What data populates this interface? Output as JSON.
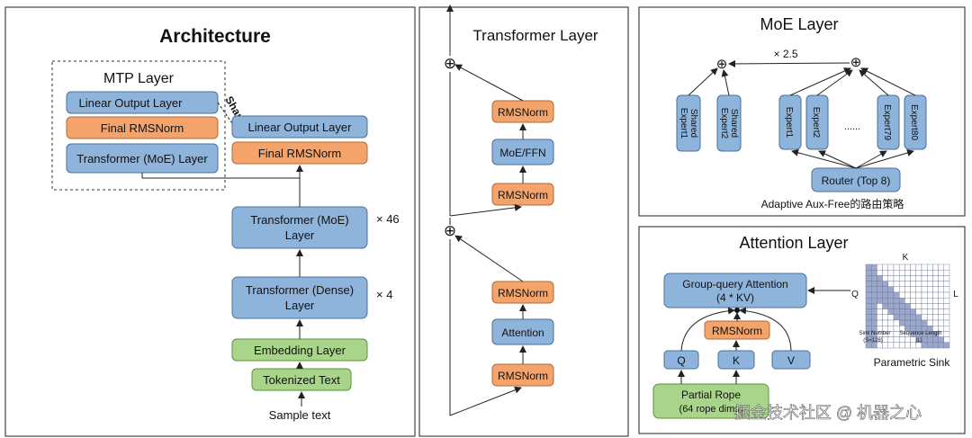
{
  "architecture": {
    "title": "Architecture",
    "mtp_title": "MTP Layer",
    "share_label": "Share",
    "mtp_linear": "Linear Output Layer",
    "mtp_rmsnorm": "Final RMSNorm",
    "mtp_transformer": "Transformer (MoE) Layer",
    "linear": "Linear Output Layer",
    "final_rmsnorm": "Final RMSNorm",
    "moe_layer_l1": "Transformer (MoE)",
    "moe_layer_l2": "Layer",
    "moe_count": "× 46",
    "dense_layer_l1": "Transformer (Dense)",
    "dense_layer_l2": "Layer",
    "dense_count": "× 4",
    "embedding": "Embedding Layer",
    "tokenized": "Tokenized Text",
    "sample": "Sample text"
  },
  "transformer": {
    "title": "Transformer Layer",
    "rms_top1": "RMSNorm",
    "moe_ffn": "MoE/FFN",
    "rms_top2": "RMSNorm",
    "rms_bot1": "RMSNorm",
    "attention": "Attention",
    "rms_bot2": "RMSNorm",
    "plus": "⊕"
  },
  "moe": {
    "title": "MoE Layer",
    "scale": "× 2.5",
    "shared1_l1": "Shared",
    "shared1_l2": "Expert1",
    "shared2_l1": "Shared",
    "shared2_l2": "Expert2",
    "expert1": "Expert1",
    "expert2": "Expert2",
    "ellipsis": "......",
    "expert79": "Expert79",
    "expert80": "Expert80",
    "router": "Router (Top 8)",
    "caption": "Adaptive Aux-Free的路由策略"
  },
  "attention": {
    "title": "Attention Layer",
    "gqa_l1": "Group-query Attention",
    "gqa_l2": "(4 * KV)",
    "rmsnorm": "RMSNorm",
    "q": "Q",
    "k": "K",
    "v": "V",
    "rope_l1": "Partial Rope",
    "rope_l2": "(64 rope dims)",
    "mat_k": "K",
    "mat_q": "Q",
    "mat_l": "L",
    "sink_number": "Sink Number",
    "sink_value": "(S=128)",
    "seq_len": "Sequence Length",
    "seq_value": "(L)",
    "parametric_sink": "Parametric Sink"
  },
  "watermark": "掘金技术社区 @ 机器之心",
  "colors": {
    "blue": "#8fb4dc",
    "orange": "#f4a46a",
    "green": "#a9d58a",
    "grid": "#9ba8cc"
  }
}
